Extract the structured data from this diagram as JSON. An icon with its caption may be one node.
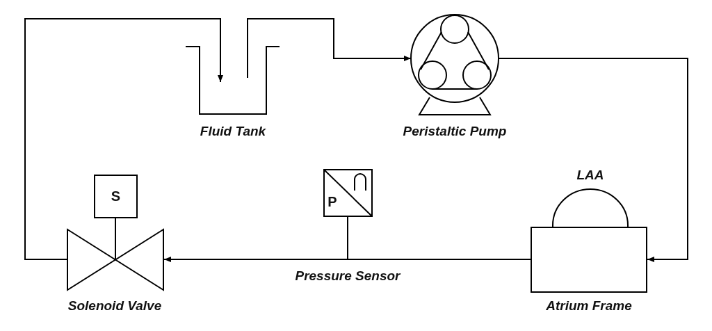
{
  "diagram": {
    "nodes": [
      {
        "text": [
          "Fluid Tank"
        ]
      },
      {
        "text": [
          "Peristaltic Pump"
        ]
      },
      {
        "text": [
          "Atrium Frame"
        ]
      },
      {
        "text": [
          "LAA"
        ]
      },
      {
        "text": [
          "P"
        ]
      },
      {
        "text": [
          "S"
        ]
      },
      {
        "text": [
          "Solenoid Valve"
        ]
      }
    ],
    "edges": [
      {
        "from": 0,
        "to": 1,
        "arrow": "to"
      },
      {
        "from": 1,
        "to": 2,
        "arrow": "to"
      },
      {
        "from": 2,
        "to": 6,
        "arrow": "to"
      },
      {
        "from": 6,
        "to": 0,
        "arrow": "to"
      },
      {
        "from": 5,
        "to": 6,
        "arrow": "none"
      },
      {
        "from": 4,
        "to": null,
        "arrow": "none"
      }
    ],
    "labels": [
      "Pressure Sensor"
    ]
  }
}
